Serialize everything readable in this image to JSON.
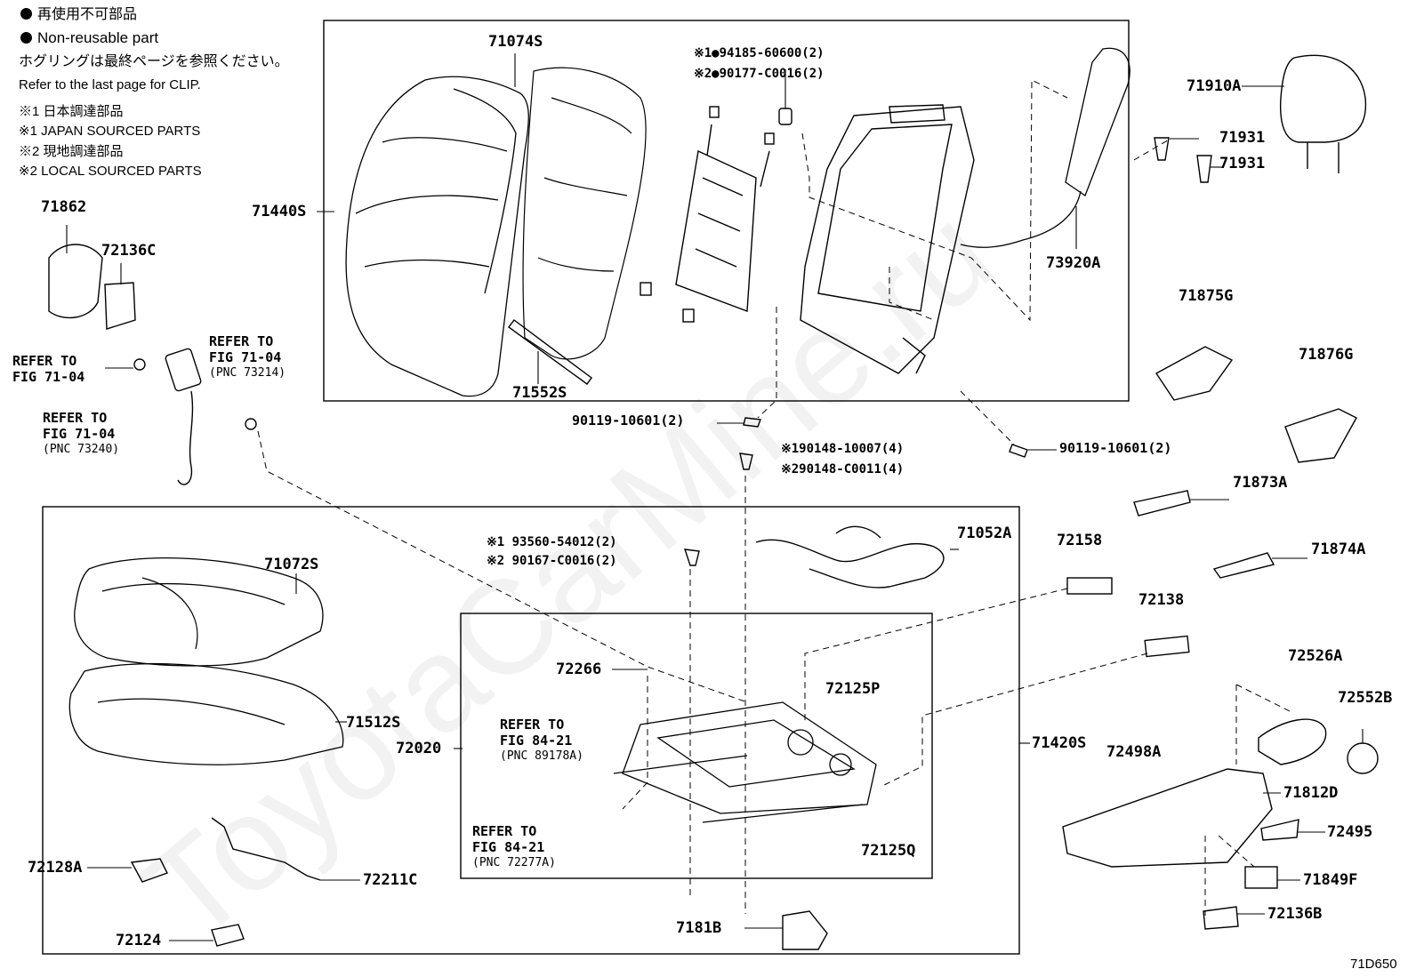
{
  "watermark": "ToyotaCarMine.ru",
  "notes": {
    "nonreusable_jp": "再使用不可部品",
    "nonreusable_en": "Non-reusable part",
    "clip_jp": "ホグリングは最終ページを参照ください。",
    "clip_en": "Refer to the last page for CLIP.",
    "japan_jp": "※1 日本調達部品",
    "japan_en": "※1 JAPAN SOURCED PARTS",
    "local_jp": "※2 現地調達部品",
    "local_en": "※2 LOCAL SOURCED PARTS"
  },
  "parts": {
    "p71074S": "71074S",
    "p71440S": "71440S",
    "p71552S": "71552S",
    "p94185": "※1●94185-60600(2)",
    "p90177": "※2●90177-C0016(2)",
    "p71910A": "71910A",
    "p71931": "71931",
    "p73920A": "73920A",
    "p71862": "71862",
    "p72136C": "72136C",
    "p71875G": "71875G",
    "p71876G": "71876G",
    "p71873A": "71873A",
    "p71874A": "71874A",
    "p90119": "90119-10601(2)",
    "p90148_1": "※190148-10007(4)",
    "p90148_2": "※290148-C0011(4)",
    "p71052A": "71052A",
    "p72158": "72158",
    "p72138": "72138",
    "p93560": "※1 93560-54012(2)",
    "p90167": "※2 90167-C0016(2)",
    "p71072S": "71072S",
    "p72266": "72266",
    "p72125P": "72125P",
    "p72526A": "72526A",
    "p72552B": "72552B",
    "p71512S": "71512S",
    "p72020": "72020",
    "p71420S": "71420S",
    "p72498A": "72498A",
    "p71812D": "71812D",
    "p72495": "72495",
    "p72125Q": "72125Q",
    "p71849F": "71849F",
    "p72128A": "72128A",
    "p72211C": "72211C",
    "p72136B": "72136B",
    "p72124": "72124",
    "p7181B": "7181B"
  },
  "refs": {
    "r73214": {
      "line1": "REFER TO",
      "line2": "FIG 71-04",
      "line3": "(PNC 73214)"
    },
    "rleft": {
      "line1": "REFER TO",
      "line2": "FIG 71-04"
    },
    "r73240": {
      "line1": "REFER TO",
      "line2": "FIG 71-04",
      "line3": "(PNC 73240)"
    },
    "r89178A": {
      "line1": "REFER TO",
      "line2": "FIG 84-21",
      "line3": "(PNC 89178A)"
    },
    "r72277A": {
      "line1": "REFER TO",
      "line2": "FIG 84-21",
      "line3": "(PNC 72277A)"
    }
  },
  "figure_code": "71D650"
}
